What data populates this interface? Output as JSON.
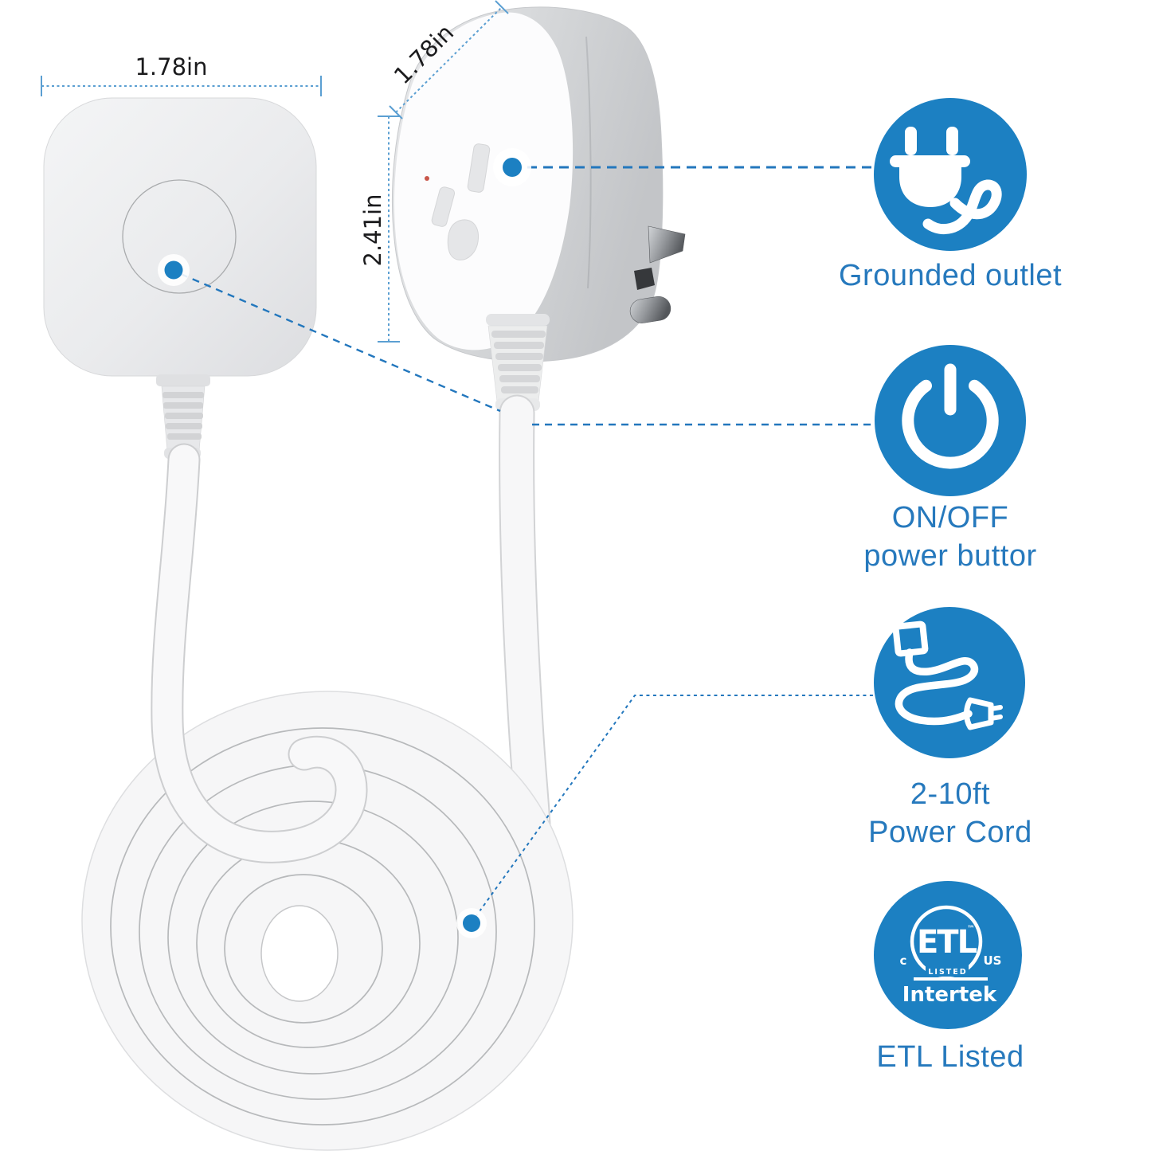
{
  "page": {
    "type": "smart-plug product infographic",
    "background": "#ffffff"
  },
  "colors": {
    "accent_blue": "#1C80C2",
    "label_text_blue": "#2679BD",
    "dimension_text": "#1B1B1D",
    "dimension_line_blue": "#5B9FD2",
    "callout_line_blue": "#2377BD"
  },
  "dimensions": {
    "front_width": "1.78in",
    "side_depth": "1.78in",
    "side_height": "2.41in"
  },
  "features": [
    {
      "icon": "grounded-outlet-plug-icon",
      "label": "Grounded outlet"
    },
    {
      "icon": "power-button-icon",
      "label_line1": "ON/OFF",
      "label_line2": "power buttor"
    },
    {
      "icon": "power-cord-icon",
      "label_line1": "2-10ft",
      "label_line2": "Power Cord"
    },
    {
      "icon": "etl-certification-icon",
      "label": "ETL Listed"
    }
  ],
  "etl_badge": {
    "letters": "ETL",
    "trademark": "™",
    "left_mark": "c",
    "right_mark": "US",
    "banner": "LISTED",
    "brand": "Intertek"
  }
}
